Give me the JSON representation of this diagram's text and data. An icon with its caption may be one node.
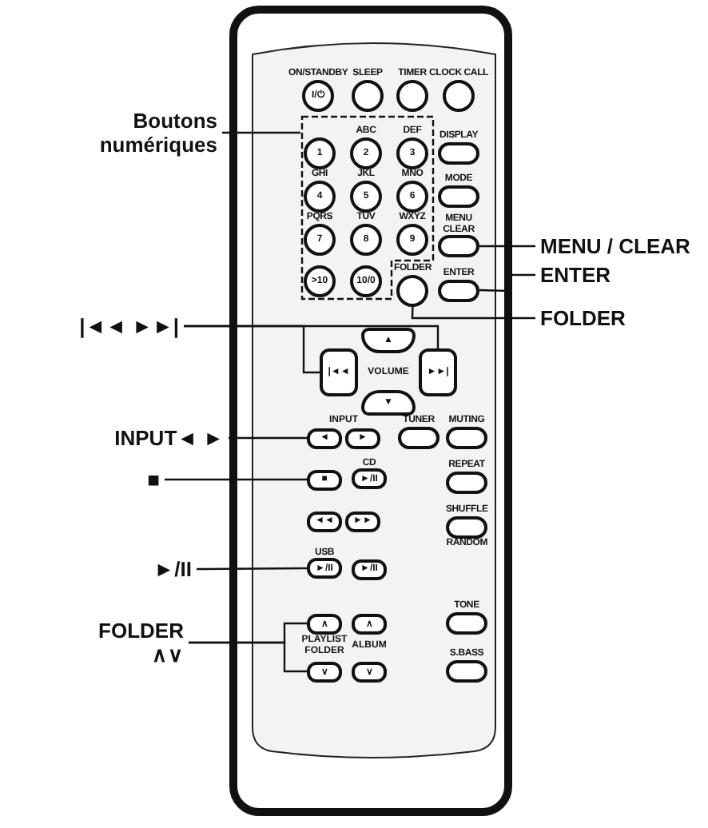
{
  "diagram": {
    "nodes": [
      {
        "text": [
          "ON/STANDBY",
          "I/⏻"
        ]
      },
      {
        "text": [
          "SLEEP"
        ]
      },
      {
        "text": [
          "TIMER"
        ]
      },
      {
        "text": [
          "CLOCK CALL"
        ]
      },
      {
        "text": [
          "Boutons numériques"
        ]
      },
      {
        "text": [],
        "shape": "box"
      },
      {
        "text": [
          "1"
        ],
        "in": 5
      },
      {
        "text": [
          "ABC",
          "2"
        ],
        "in": 5
      },
      {
        "text": [
          "DEF",
          "3"
        ],
        "in": 5
      },
      {
        "text": [
          "DISPLAY"
        ]
      },
      {
        "text": [
          "GHI",
          "4"
        ],
        "in": 5
      },
      {
        "text": [
          "JKL",
          "5"
        ],
        "in": 5
      },
      {
        "text": [
          "MNO",
          "6"
        ],
        "in": 5
      },
      {
        "text": [
          "MODE"
        ]
      },
      {
        "text": [
          "PQRS",
          "7"
        ],
        "in": 5
      },
      {
        "text": [
          "TUV",
          "8"
        ],
        "in": 5
      },
      {
        "text": [
          "WXYZ",
          "9"
        ],
        "in": 5
      },
      {
        "text": [
          "MENU CLEAR"
        ]
      },
      {
        "text": [
          "MENU / CLEAR"
        ]
      },
      {
        "text": [
          ">10"
        ],
        "in": 5
      },
      {
        "text": [
          "10/0"
        ],
        "in": 5
      },
      {
        "text": [
          "FOLDER"
        ]
      },
      {
        "text": [
          "ENTER"
        ]
      },
      {
        "text": [
          "ENTER"
        ]
      },
      {
        "text": [
          "FOLDER"
        ]
      },
      {
        "text": [
          "|◄◄  ►►|"
        ]
      },
      {
        "text": [
          "▲"
        ]
      },
      {
        "text": [
          "|◄◄"
        ]
      },
      {
        "text": [
          "►►|"
        ]
      },
      {
        "text": [
          "▼"
        ]
      },
      {
        "text": [
          "INPUT◄ ►"
        ]
      },
      {
        "text": [
          "◄"
        ]
      },
      {
        "text": [
          "►"
        ]
      },
      {
        "text": [
          "TUNER"
        ]
      },
      {
        "text": [
          "MUTING"
        ]
      },
      {
        "text": [
          "■"
        ]
      },
      {
        "text": [
          "■"
        ]
      },
      {
        "text": [
          "CD",
          "►/II"
        ]
      },
      {
        "text": [
          "REPEAT"
        ]
      },
      {
        "text": [
          "◄◄"
        ]
      },
      {
        "text": [
          "►►"
        ]
      },
      {
        "text": [
          "SHUFFLE",
          "RANDOM"
        ]
      },
      {
        "text": [
          "►/II"
        ]
      },
      {
        "text": [
          "USB",
          "►/II"
        ]
      },
      {
        "text": [
          "►/II"
        ]
      },
      {
        "text": [
          "TONE"
        ]
      },
      {
        "text": [
          "FOLDER",
          "∧∨"
        ]
      },
      {
        "text": [
          "∧"
        ]
      },
      {
        "text": [
          "∧"
        ]
      },
      {
        "text": [
          "∨"
        ]
      },
      {
        "text": [
          "∨"
        ]
      },
      {
        "text": [
          "S.BASS"
        ]
      }
    ],
    "edges": [
      {
        "from": 4,
        "to": 5,
        "arrow": "none"
      },
      {
        "from": 18,
        "to": 17,
        "arrow": "none"
      },
      {
        "from": 23,
        "to": 22,
        "arrow": "none"
      },
      {
        "from": 24,
        "to": 21,
        "arrow": "none"
      },
      {
        "from": 25,
        "to": 27,
        "arrow": "none"
      },
      {
        "from": 25,
        "to": 28,
        "arrow": "none"
      },
      {
        "from": 30,
        "to": 31,
        "arrow": "none"
      },
      {
        "from": 35,
        "to": 36,
        "arrow": "none"
      },
      {
        "from": 42,
        "to": 43,
        "arrow": "none"
      },
      {
        "from": 46,
        "to": 47,
        "arrow": "none"
      },
      {
        "from": 46,
        "to": 49,
        "arrow": "none"
      }
    ],
    "labels": [
      "VOLUME",
      "INPUT",
      "PLAYLIST FOLDER",
      "ALBUM"
    ]
  }
}
